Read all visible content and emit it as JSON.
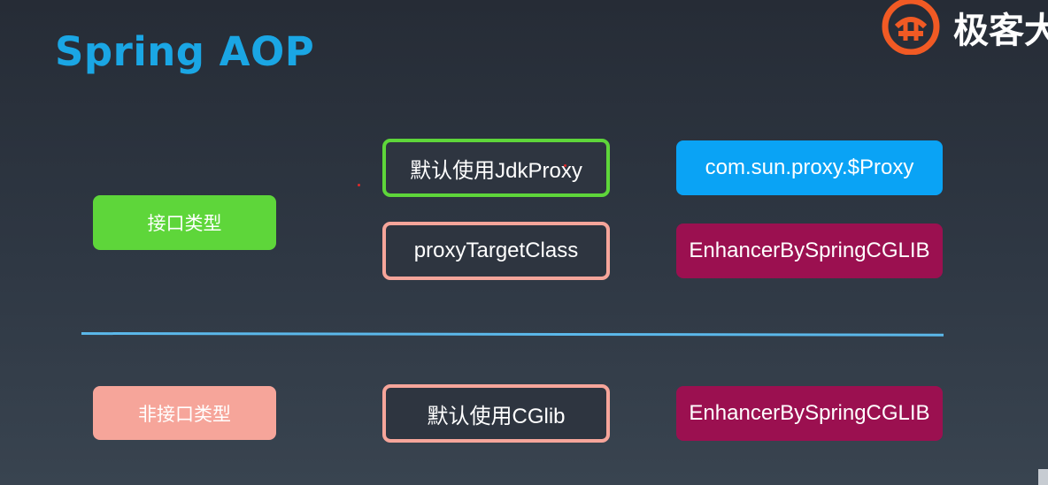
{
  "title": "Spring AOP",
  "logo": {
    "text": "极客大学",
    "icon": "geek-g-logo",
    "color": "#f15a24"
  },
  "interface": {
    "label": "接口类型",
    "label_color": "#5ed63a",
    "default_option": "默认使用JdkProxy",
    "default_option_border": "#5ed63a",
    "default_result": "com.sun.proxy.$Proxy",
    "default_result_color": "#0aa3f5",
    "alt_option": "proxyTargetClass",
    "alt_option_border": "#f6a59a",
    "alt_result": "EnhancerBySpringCGLIB",
    "alt_result_color": "#9b1050"
  },
  "non_interface": {
    "label": "非接口类型",
    "label_color": "#f6a59a",
    "default_option": "默认使用CGlib",
    "default_option_border": "#f6a59a",
    "default_result": "EnhancerBySpringCGLIB",
    "default_result_color": "#9b1050"
  },
  "divider_color": "#5bb8ea"
}
